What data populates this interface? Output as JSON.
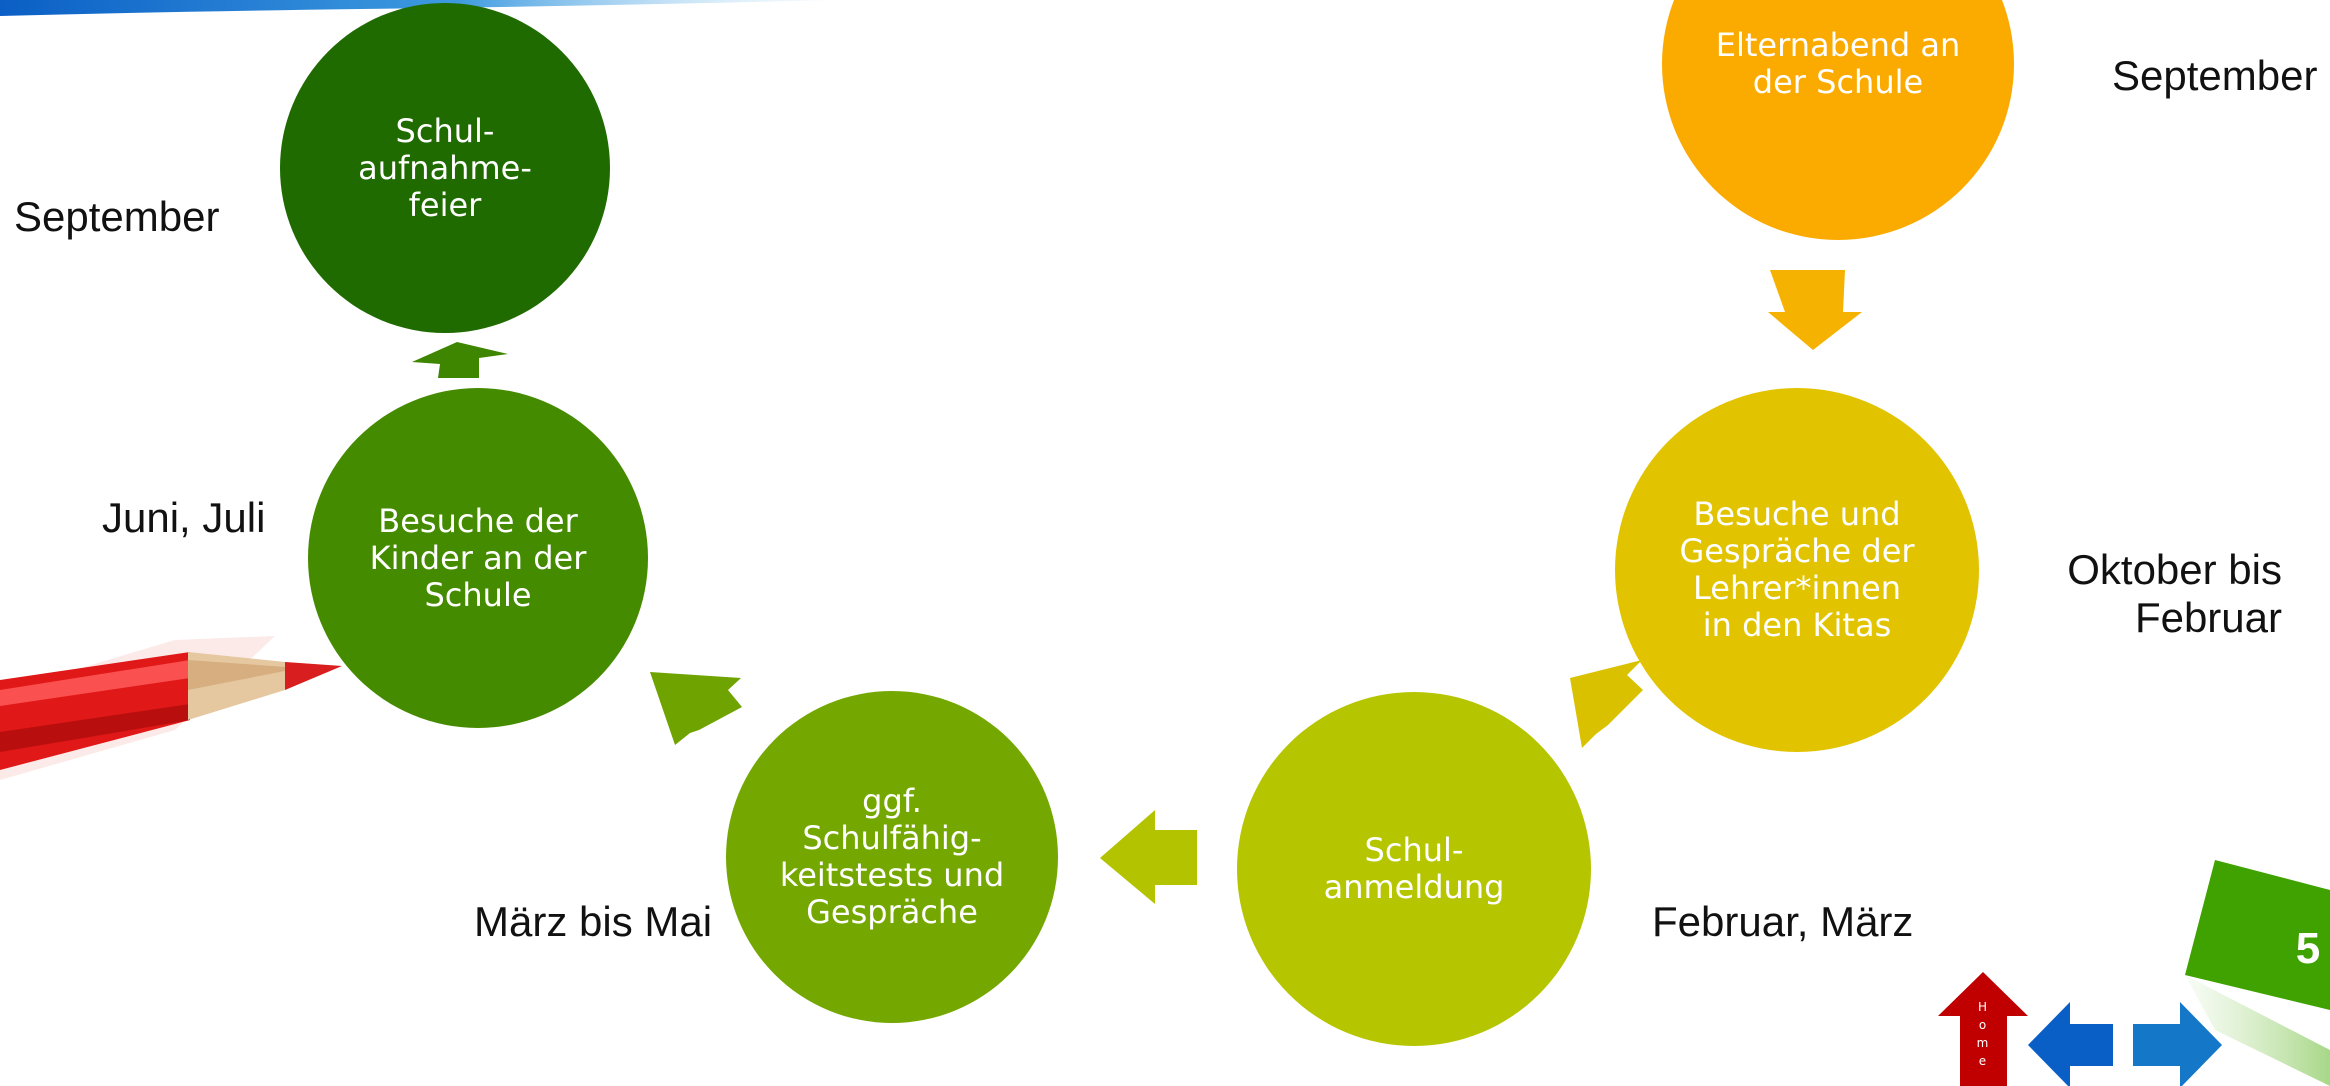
{
  "steps": [
    {
      "label": "Elternabend an\nder Schule",
      "date": "September",
      "color": "#FBAA00"
    },
    {
      "label": "Besuche und\nGespräche der\nLehrer*innen\nin den Kitas",
      "date": "Oktober bis\nFebruar",
      "color": "#E2C300"
    },
    {
      "label": "Schul-\nanmeldung",
      "date": "Februar, März",
      "color": "#B5C500"
    },
    {
      "label": "ggf.\nSchulfähig-\nkeitstests und\nGespräche",
      "date": "März bis Mai",
      "color": "#74A800"
    },
    {
      "label": "Besuche der\nKinder an der\nSchule",
      "date": "Juni, Juli",
      "color": "#458B00"
    },
    {
      "label": "Schul-\naufnahme-\nfeier",
      "date": "September",
      "color": "#1F6B00"
    }
  ],
  "arrow_colors": [
    "#F6B200",
    "#D9C100",
    "#B3C300",
    "#6FA300",
    "#3E8500"
  ],
  "navigation": {
    "home_label": "H\no\nm\ne",
    "home_color": "#C00000",
    "back_color": "#0A5FC7",
    "forward_color": "#1577C8"
  },
  "page": {
    "number": "5",
    "tab_color": "#3FA200"
  }
}
